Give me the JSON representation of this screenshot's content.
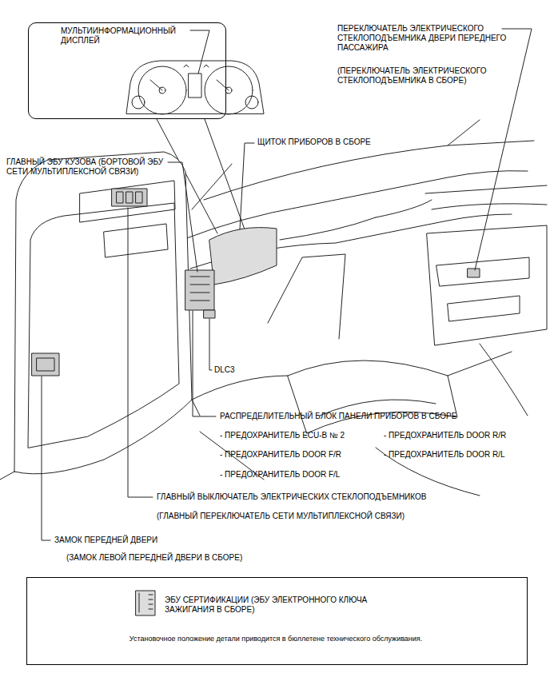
{
  "diagram": {
    "nodes": [
      {
        "text": [
          "МУЛЬТИИНФОРМАЦИОННЫЙ ДИСПЛЕЙ"
        ]
      },
      {
        "text": [
          "ЭБУ СЕРТИФИКАЦИИ (ЭБУ ЭЛЕКТРОННОГО КЛЮЧА ЗАЖИГАНИЯ В СБОРЕ)",
          "Установочное положение детали приводится в бюллетене технического обслуживания."
        ]
      }
    ],
    "labels": [
      "ПЕРЕКЛЮЧАТЕЛЬ ЭЛЕКТРИЧЕСКОГО СТЕКЛОПОДЪЕМНИКА ДВЕРИ ПЕРЕДНЕГО ПАССАЖИРА",
      "(ПЕРЕКЛЮЧАТЕЛЬ ЭЛЕКТРИЧЕСКОГО СТЕКЛОПОДЪЕМНИКА В СБОРЕ)",
      "ЩИТОК ПРИБОРОВ В СБОРЕ",
      "ГЛАВНЫЙ ЭБУ КУЗОВА (БОРТОВОЙ ЭБУ СЕТИ МУЛЬТИПЛЕКСНОЙ СВЯЗИ)",
      "DLC3",
      "РАСПРЕДЕЛИТЕЛЬНЫЙ БЛОК ПАНЕЛИ ПРИБОРОВ В СБОРЕ",
      "- ПРЕДОХРАНИТЕЛЬ ECU-B № 2",
      "- ПРЕДОХРАНИТЕЛЬ DOOR R/R",
      "- ПРЕДОХРАНИТЕЛЬ DOOR F/R",
      "- ПРЕДОХРАНИТЕЛЬ DOOR R/L",
      "- ПРЕДОХРАНИТЕЛЬ DOOR F/L",
      "ГЛАВНЫЙ ВЫКЛЮЧАТЕЛЬ ЭЛЕКТРИЧЕСКИХ СТЕКЛОПОДЪЕМНИКОВ",
      "(ГЛАВНЫЙ ПЕРЕКЛЮЧАТЕЛЬ СЕТИ МУЛЬТИПЛЕКСНОЙ СВЯЗИ)",
      "ЗАМОК ПЕРЕДНЕЙ ДВЕРИ",
      "(ЗАМОК ЛЕВОЙ ПЕРЕДНЕЙ ДВЕРИ В СБОРЕ)"
    ]
  }
}
